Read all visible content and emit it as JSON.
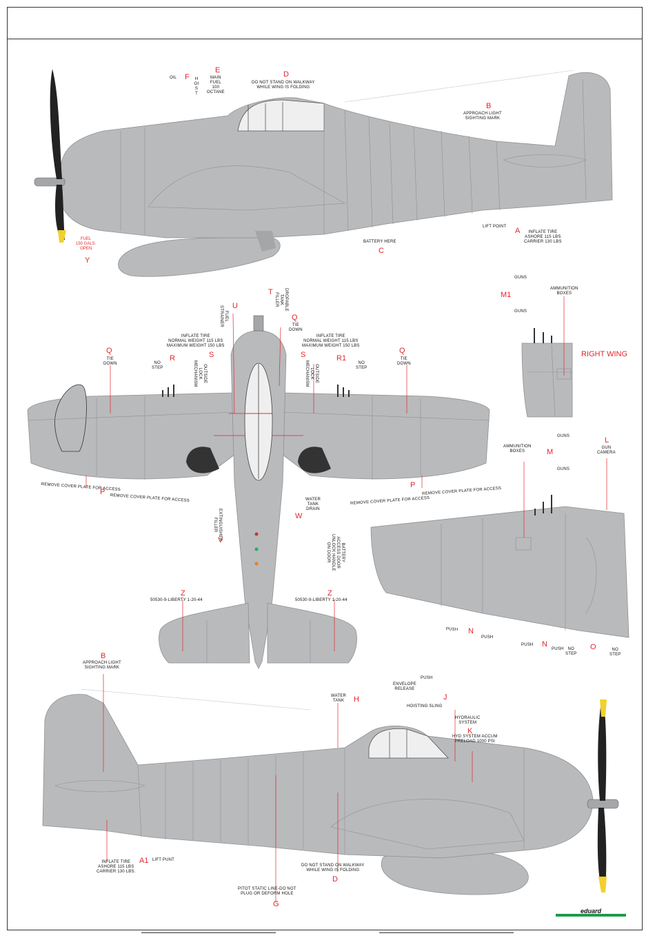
{
  "header": {
    "title": ""
  },
  "colors": {
    "aircraft_grey": "#b9babc",
    "panel_line": "#8f9093",
    "marking_red": "#e4262a",
    "prop_black": "#222222",
    "prop_tip": "#f2d12b",
    "canopy": "#efefef",
    "brand_green": "#1f9a4a"
  },
  "top_view": {
    "oil": "OIL",
    "f": "F",
    "hoist": "HOIST",
    "e": "E",
    "main_fuel": "MAIN\nFUEL\n100\nOCTANE",
    "d": "D",
    "walkway": "DO NOT STAND ON WALKWAY\nWHILE WING IS FOLDING",
    "b": "B",
    "approach": "APPROACH LIGHT\nSIGHTING MARK",
    "fuel150": "FUEL\n150 GALS.\nOPEN",
    "y": "Y",
    "battery": "BATTERY HERE",
    "c": "C",
    "lift": "LIFT POINT",
    "a": "A",
    "inflate": "INFLATE TIRE\nASHORE 115 LBS\nCARRIER 130 LBS"
  },
  "plan_view": {
    "t": "T",
    "dropable": "DROPABLE\nTANK\nFILLER",
    "u": "U",
    "fuel_strainer": "FUEL\nSTRAINER",
    "q": "Q",
    "tie_down": "TIE\nDOWN",
    "inflate_l": "INFLATE TIRE\nNORMAL WEIGHT 115 LBS\nMAXIMUM WEIGHT 150 LBS",
    "inflate_r": "INFLATE TIRE\nNORMAL WEIGHT 115 LBS\nMAXIMUM WEIGHT 150 LBS",
    "r": "R",
    "r1": "R1",
    "no_step": "NO\nSTEP",
    "s": "S",
    "outside_lock": "OUTSIDE\nLOCK\nMECHANISM",
    "p": "P",
    "p_text": "REMOVE COVER PLATE FOR ACCESS",
    "water_tank": "WATER\nTANK\nDRAIN",
    "w": "W",
    "extinguisher": "EXTINGUISHER\nFILLER",
    "v": "V",
    "fuselage_text": "BATTERY\nACCESS DOOR\nUNLOCK HANDLE\nON DOOR",
    "z": "Z",
    "serial_l": "50530-9-LIBERTY 1-20-44",
    "serial_r": "50530-9-LIBERTY 1-20-44"
  },
  "wing_detail": {
    "guns1": "GUNS",
    "m1": "M1",
    "ammo1": "AMMUNITION\nBOXES",
    "guns2": "GUNS",
    "right_wing": "RIGHT WING",
    "guns3": "GUNS",
    "ammo2": "AMMUNITION\nBOXES",
    "m": "M",
    "guns4": "GUNS",
    "l": "L",
    "gun_camera": "GUN\nCAMERA",
    "push": "PUSH",
    "n": "N",
    "o": "O",
    "no_step": "NO\nSTEP"
  },
  "bottom_view": {
    "b": "B",
    "approach": "APPROACH LIGHT\nSIGHTING MARK",
    "water_tank": "WATER\nTANK",
    "h": "H",
    "push": "PUSH",
    "envelope": "ENVELOPE\nRELEASE",
    "j": "J",
    "hoisting": "HOISTING SLING",
    "hydraulic": "HYDRAULIC\nSYSTEM",
    "k": "K",
    "hyd_accum": "HYD SYSTEM ACCUM\nPRELOAD 1000 PSI",
    "inflate": "INFLATE TIRE\nASHORE 115 LBS\nCARRIER 130 LBS.",
    "a1": "A1",
    "lift": "LIFT PUNT",
    "walkway": "DO NOT STAND ON WALKWAY\nWHILE WING IS FOLDING",
    "d": "D",
    "pitot": "PITOT STATIC LINE-DO NOT\nPLUG OR DEFORM HOLE",
    "g": "G"
  },
  "brand": {
    "logo_text": "eduard"
  }
}
